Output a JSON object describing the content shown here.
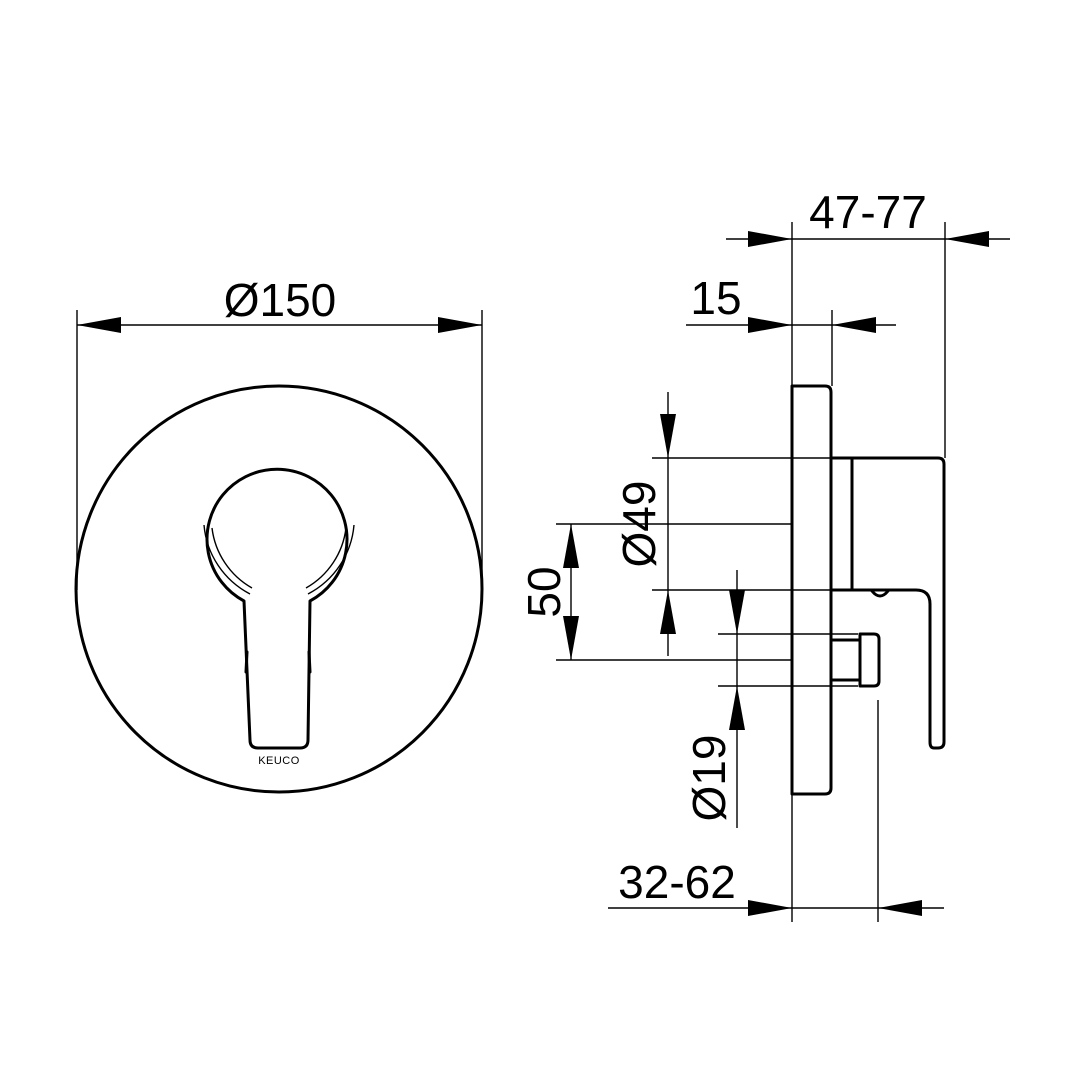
{
  "drawing": {
    "brand_mark": "KEUCO",
    "dimensions": {
      "overall_diameter": "Ø150",
      "depth_range_top": "47-77",
      "plate_thickness": "15",
      "handle_hub_diameter": "Ø49",
      "center_offset": "50",
      "diverter_diameter": "Ø19",
      "depth_range_bottom": "32-62"
    }
  }
}
